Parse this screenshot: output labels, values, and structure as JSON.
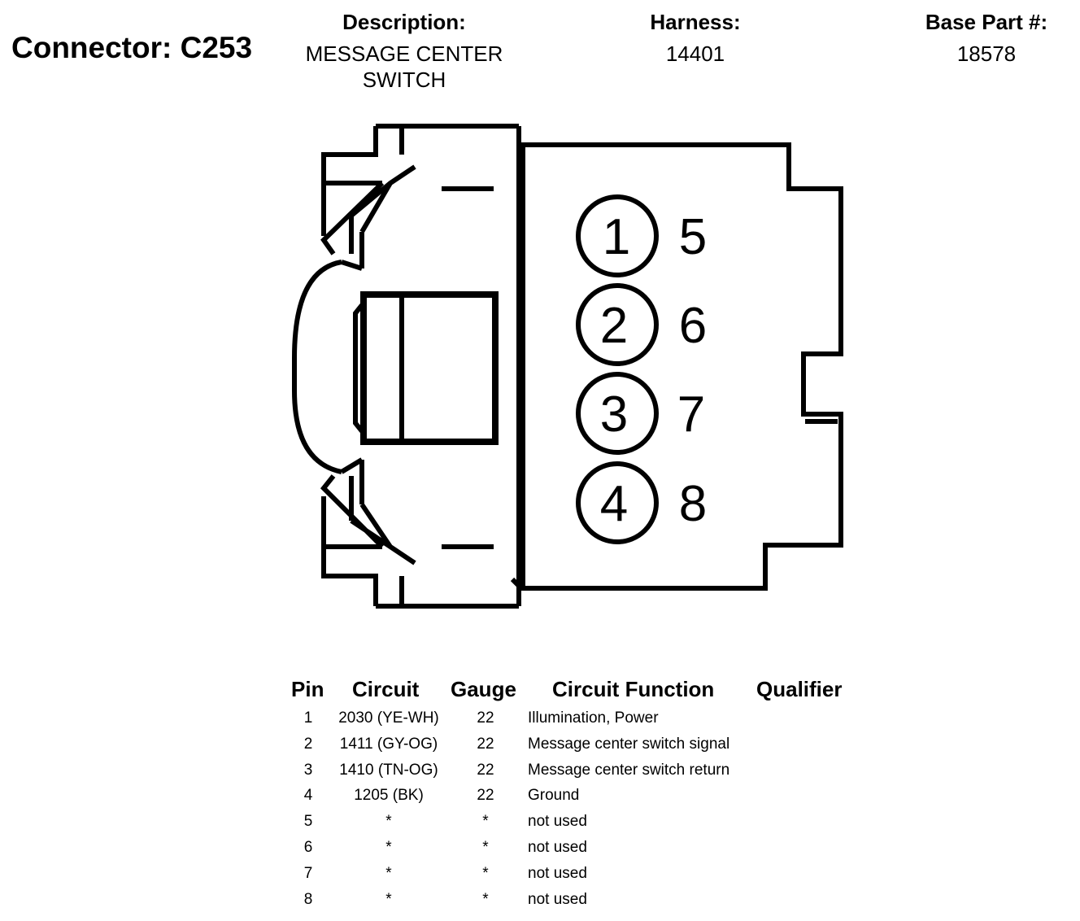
{
  "connector": {
    "label": "Connector: C253"
  },
  "header": {
    "description_label": "Description:",
    "description_value": "MESSAGE CENTER SWITCH",
    "harness_label": "Harness:",
    "harness_value": "14401",
    "base_part_label": "Base Part #:",
    "base_part_value": "18578"
  },
  "cavity_labels": {
    "left_column": [
      "1",
      "2",
      "3",
      "4"
    ],
    "right_column": [
      "5",
      "6",
      "7",
      "8"
    ]
  },
  "table": {
    "headers": {
      "pin": "Pin",
      "circuit": "Circuit",
      "gauge": "Gauge",
      "function": "Circuit Function",
      "qualifier": "Qualifier"
    },
    "rows": [
      {
        "pin": "1",
        "circuit": "2030 (YE-WH)",
        "gauge": "22",
        "function": "Illumination, Power",
        "qualifier": ""
      },
      {
        "pin": "2",
        "circuit": "1411 (GY-OG)",
        "gauge": "22",
        "function": "Message center switch signal",
        "qualifier": ""
      },
      {
        "pin": "3",
        "circuit": "1410 (TN-OG)",
        "gauge": "22",
        "function": "Message center switch return",
        "qualifier": ""
      },
      {
        "pin": "4",
        "circuit": "1205 (BK)",
        "gauge": "22",
        "function": "Ground",
        "qualifier": ""
      },
      {
        "pin": "5",
        "circuit": "*",
        "gauge": "*",
        "function": "not used",
        "qualifier": ""
      },
      {
        "pin": "6",
        "circuit": "*",
        "gauge": "*",
        "function": "not used",
        "qualifier": ""
      },
      {
        "pin": "7",
        "circuit": "*",
        "gauge": "*",
        "function": "not used",
        "qualifier": ""
      },
      {
        "pin": "8",
        "circuit": "*",
        "gauge": "*",
        "function": "not used",
        "qualifier": ""
      }
    ]
  }
}
